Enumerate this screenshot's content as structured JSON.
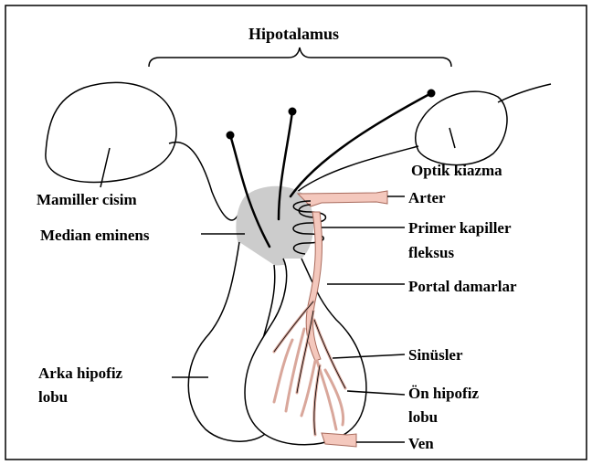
{
  "colors": {
    "vessel": "#f4c8bd",
    "vessel_stroke": "#a86a5c",
    "eminence": "#cccccc",
    "ink": "#000000",
    "background": "#ffffff"
  },
  "labels": {
    "hypothalamus": "Hipotalamus",
    "optic_chiasm": "Optik kiazma",
    "mammillary_body": "Mamiller cisim",
    "artery": "Arter",
    "median_eminence": "Median eminens",
    "primary_plexus_line1": "Primer kapiller",
    "primary_plexus_line2": "fleksus",
    "portal_vessels": "Portal damarlar",
    "sinusoids": "Sinüsler",
    "posterior_pituitary_line1": "Arka hipofiz",
    "posterior_pituitary_line2": "lobu",
    "anterior_pituitary_line1": "Ön hipofiz",
    "anterior_pituitary_line2": "lobu",
    "vein": "Ven"
  }
}
